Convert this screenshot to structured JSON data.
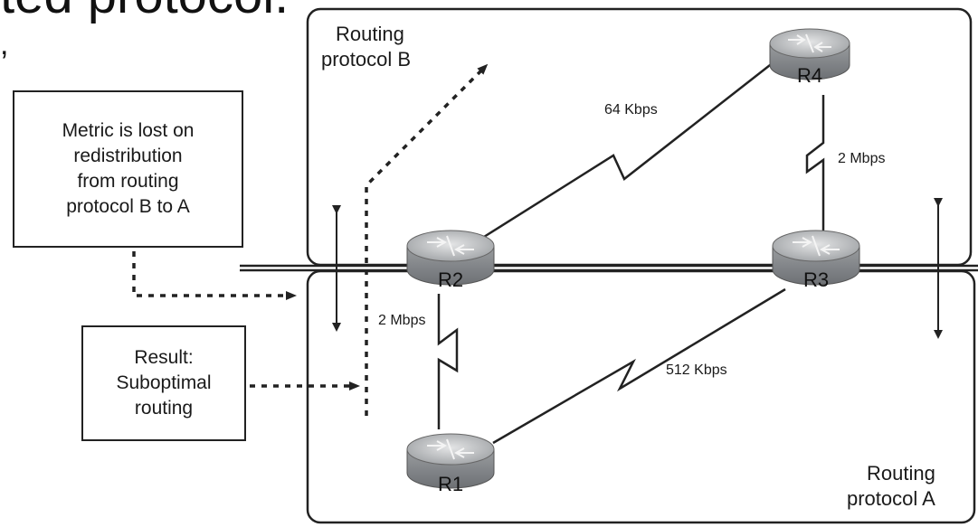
{
  "heading": {
    "text": "ted protocol."
  },
  "heading_stub": ",",
  "callouts": {
    "metric_lost": {
      "lines": [
        "Metric is lost on",
        "redistribution",
        "from routing",
        "protocol B to A"
      ]
    },
    "result": {
      "lines": [
        "Result:",
        "Suboptimal",
        "routing"
      ]
    }
  },
  "domains": {
    "protocol_b": {
      "lines": [
        "Routing",
        "protocol B"
      ]
    },
    "protocol_a": {
      "lines": [
        "Routing",
        "protocol A"
      ]
    }
  },
  "routers": {
    "r1": "R1",
    "r2": "R2",
    "r3": "R3",
    "r4": "R4"
  },
  "links": {
    "r2_r4": "64 Kbps",
    "r4_r3": "2 Mbps",
    "r2_r1": "2 Mbps",
    "r1_r3": "512 Kbps"
  },
  "colors": {
    "line": "#222222",
    "router_body": "#8a8d90",
    "router_top": "#c8cacc"
  }
}
